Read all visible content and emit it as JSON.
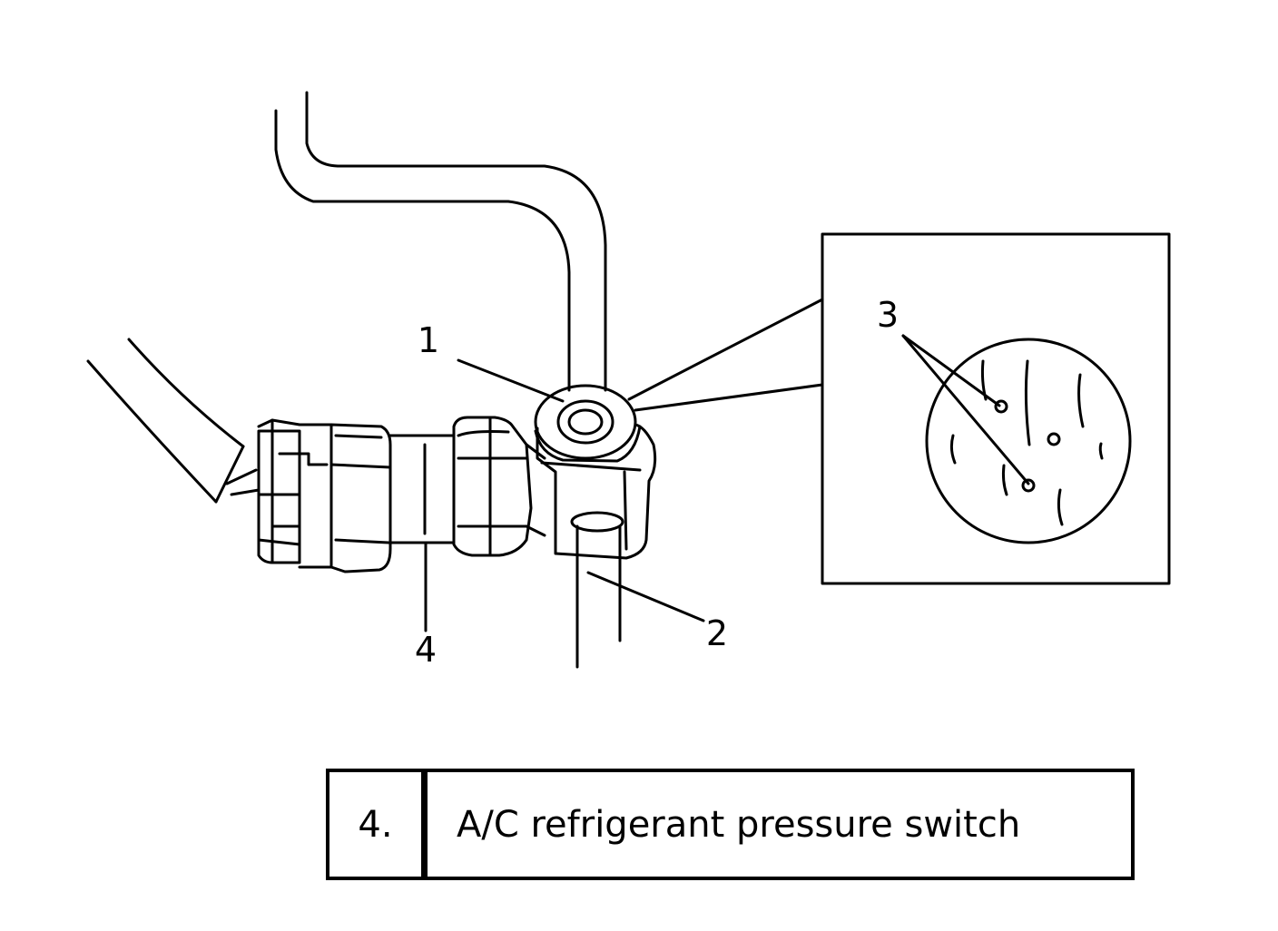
{
  "callouts": {
    "c1": "1",
    "c2": "2",
    "c3": "3",
    "c4": "4"
  },
  "legend": {
    "number": "4.",
    "description": "A/C refrigerant pressure switch"
  },
  "colors": {
    "line": "#000000",
    "background": "#ffffff"
  }
}
